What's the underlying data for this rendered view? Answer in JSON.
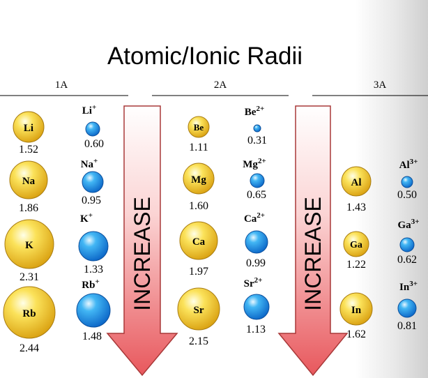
{
  "title": "Atomic/Ionic Radii",
  "arrow_label": "INCREASE",
  "groups": [
    {
      "label": "1A",
      "atoms": [
        {
          "symbol": "Li",
          "radius": "1.52"
        },
        {
          "symbol": "Na",
          "radius": "1.86"
        },
        {
          "symbol": "K",
          "radius": "2.31"
        },
        {
          "symbol": "Rb",
          "radius": "2.44"
        }
      ],
      "ions": [
        {
          "symbol": "Li",
          "charge": "+",
          "radius": "0.60"
        },
        {
          "symbol": "Na",
          "charge": "+",
          "radius": "0.95"
        },
        {
          "symbol": "K",
          "charge": "+",
          "radius": "1.33"
        },
        {
          "symbol": "Rb",
          "charge": "+",
          "radius": "1.48"
        }
      ]
    },
    {
      "label": "2A",
      "atoms": [
        {
          "symbol": "Be",
          "radius": "1.11"
        },
        {
          "symbol": "Mg",
          "radius": "1.60"
        },
        {
          "symbol": "Ca",
          "radius": "1.97"
        },
        {
          "symbol": "Sr",
          "radius": "2.15"
        }
      ],
      "ions": [
        {
          "symbol": "Be",
          "charge": "2+",
          "radius": "0.31"
        },
        {
          "symbol": "Mg",
          "charge": "2+",
          "radius": "0.65"
        },
        {
          "symbol": "Ca",
          "charge": "2+",
          "radius": "0.99"
        },
        {
          "symbol": "Sr",
          "charge": "2+",
          "radius": "1.13"
        }
      ]
    },
    {
      "label": "3A",
      "atoms": [
        {
          "symbol": "Al",
          "radius": "1.43"
        },
        {
          "symbol": "Ga",
          "radius": "1.22"
        },
        {
          "symbol": "In",
          "radius": "1.62"
        }
      ],
      "ions": [
        {
          "symbol": "Al",
          "charge": "3+",
          "radius": "0.50"
        },
        {
          "symbol": "Ga",
          "charge": "3+",
          "radius": "0.62"
        },
        {
          "symbol": "In",
          "charge": "3+",
          "radius": "0.81"
        }
      ]
    }
  ],
  "colors": {
    "atom": "#f2c92b",
    "ion": "#1f9be6",
    "arrow": "#e8585d"
  }
}
